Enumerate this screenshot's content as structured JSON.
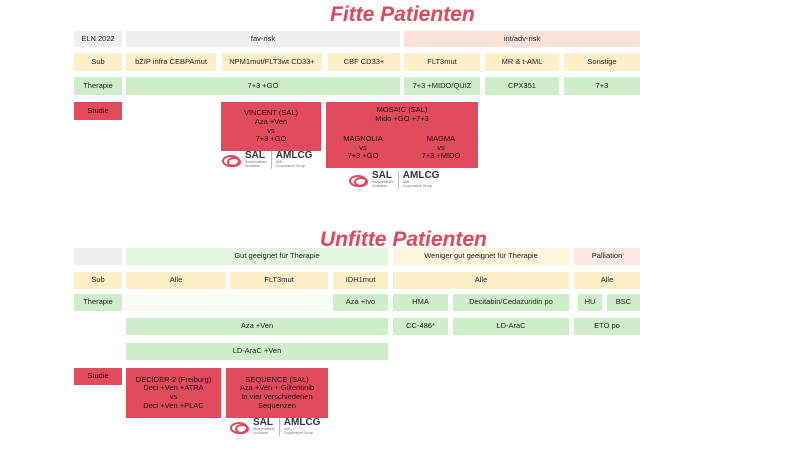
{
  "fitte": {
    "title": "Fitte Patienten",
    "eln": "ELN 2022",
    "fav": "fav-risk",
    "int": "int/adv-risk",
    "sub_label": "Sub",
    "subs": [
      "bZIP infra CEBPAmut",
      "NPM1mut/FLT3wt CD33+",
      "CBF CD33+",
      "FLT3mut",
      "MR & t-AML",
      "Sonstige"
    ],
    "ther_label": "Therapie",
    "ther_fav": "7+3 +GO",
    "ther_flt3": "7+3 +MIDO/QUIZ",
    "ther_mr": "CPX351",
    "ther_sonst": "7+3",
    "studie_label": "Studie",
    "vincent": [
      "VINCENT (SAL)",
      "Aza +Ven",
      "vs",
      "7+3 +GO"
    ],
    "mosaic": [
      "MOSAIC (SAL)",
      "Mido +GO +7+3"
    ],
    "magnolia": [
      "MAGNOLIA",
      "vs",
      "7+3 +GO"
    ],
    "magma": [
      "MAGMA",
      "vs",
      "7+3 +MIDO"
    ]
  },
  "unfitte": {
    "title": "Unfitte Patienten",
    "gut": "Gut geeignet für Therapie",
    "weniger": "Weniger gut geeignet für Therapie",
    "palliation": "Palliation",
    "sub_label": "Sub",
    "sub_alle1": "Alle",
    "sub_flt3": "FLT3mut",
    "sub_idh": "IDH1mut",
    "sub_alle2": "Alle",
    "sub_alle3": "Alle",
    "ther_label": "Therapie",
    "ther_aza_ivo": "Aza +Ivo",
    "ther_hma": "HMA",
    "ther_deci": "Decitabin/Cedazuridin po",
    "ther_hu": "HU",
    "ther_bsc": "BSC",
    "ther_aza_ven": "Aza +Ven",
    "ther_cc486": "CC-486*",
    "ther_ldarac": "LD-AraC",
    "ther_eto": "ETO po",
    "ther_ldarac_ven": "LD-AraC +Ven",
    "studie_label": "Studie",
    "decider": [
      "DECIDER-2 (Freiburg)",
      "Deci +Ven +ATRA",
      "vs",
      "Deci +Ven +PLAC"
    ],
    "sequence": [
      "SEQUENCE (SAL)",
      "Aza +Ven + Gilteritinib",
      "In vier verschiedenen",
      "Sequenzen"
    ]
  },
  "logo": {
    "sal": "SAL",
    "sal_sub1": "Studienallianz",
    "sal_sub2": "Leukämie",
    "amlcg": "AMLCG",
    "aml_sub1": "AML",
    "aml_sub2": "Cooperative Group"
  },
  "colors": {
    "title": "#e2475e",
    "study": "#e04c5e",
    "green": "#cdeec8",
    "yellow": "#fdf0c8",
    "peach": "#fbe3da",
    "grey": "#eef0ee"
  }
}
